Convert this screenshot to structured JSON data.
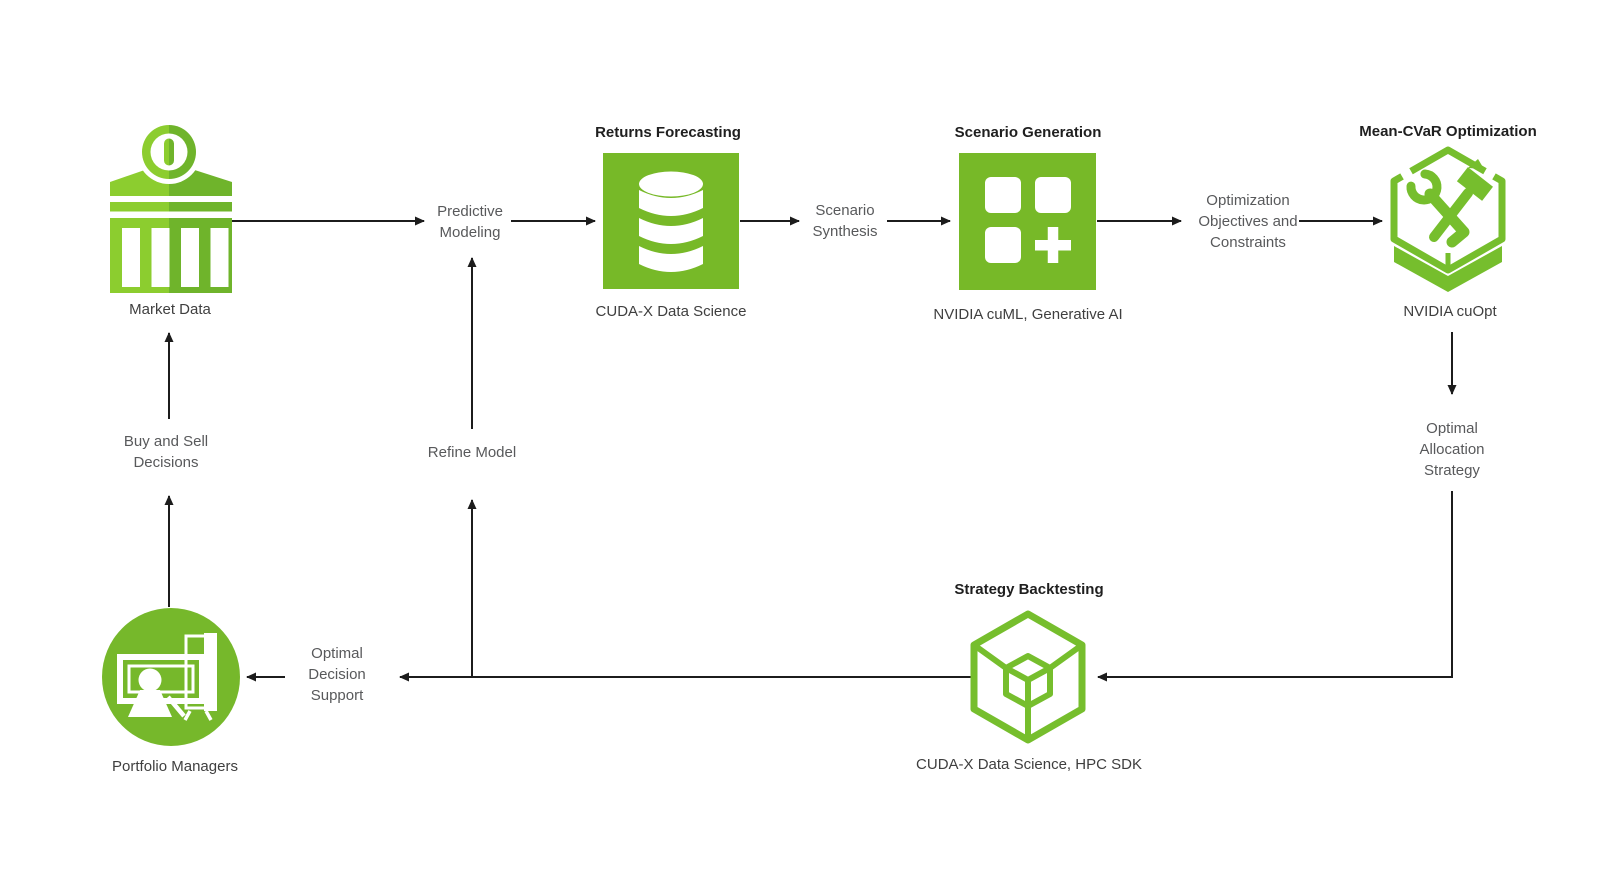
{
  "colors": {
    "nvidia_green": "#76B900",
    "fill_green": "#77B928",
    "outline_green": "#76BE2D",
    "bank_light_green": "#8CCD2F",
    "bank_dark_green": "#6FB42B",
    "circle_green": "#76B82B",
    "arrow_black": "#1C1C1C",
    "title_text": "#1F1F1F",
    "node_label_text": "#3F3F3F",
    "edge_label_text": "#58595B",
    "background": "#FFFFFF"
  },
  "nodes": {
    "market_data": {
      "label": "Market Data"
    },
    "returns_forecasting": {
      "title": "Returns Forecasting",
      "label": "CUDA-X Data Science"
    },
    "scenario_generation": {
      "title": "Scenario Generation",
      "label": "NVIDIA cuML, Generative AI"
    },
    "mean_cvar_optimization": {
      "title": "Mean-CVaR Optimization",
      "label": "NVIDIA cuOpt"
    },
    "strategy_backtesting": {
      "title": "Strategy Backtesting",
      "label": "CUDA-X Data Science, HPC SDK"
    },
    "portfolio_managers": {
      "label": "Portfolio Managers"
    }
  },
  "edge_labels": {
    "predictive_modeling": "Predictive\nModeling",
    "scenario_synthesis": "Scenario\nSynthesis",
    "optimization_objectives_constraints": "Optimization\nObjectives and\nConstraints",
    "optimal_allocation_strategy": "Optimal\nAllocation\nStrategy",
    "optimal_decision_support": "Optimal\nDecision\nSupport",
    "buy_and_sell_decisions": "Buy and Sell\nDecisions",
    "refine_model": "Refine Model"
  }
}
